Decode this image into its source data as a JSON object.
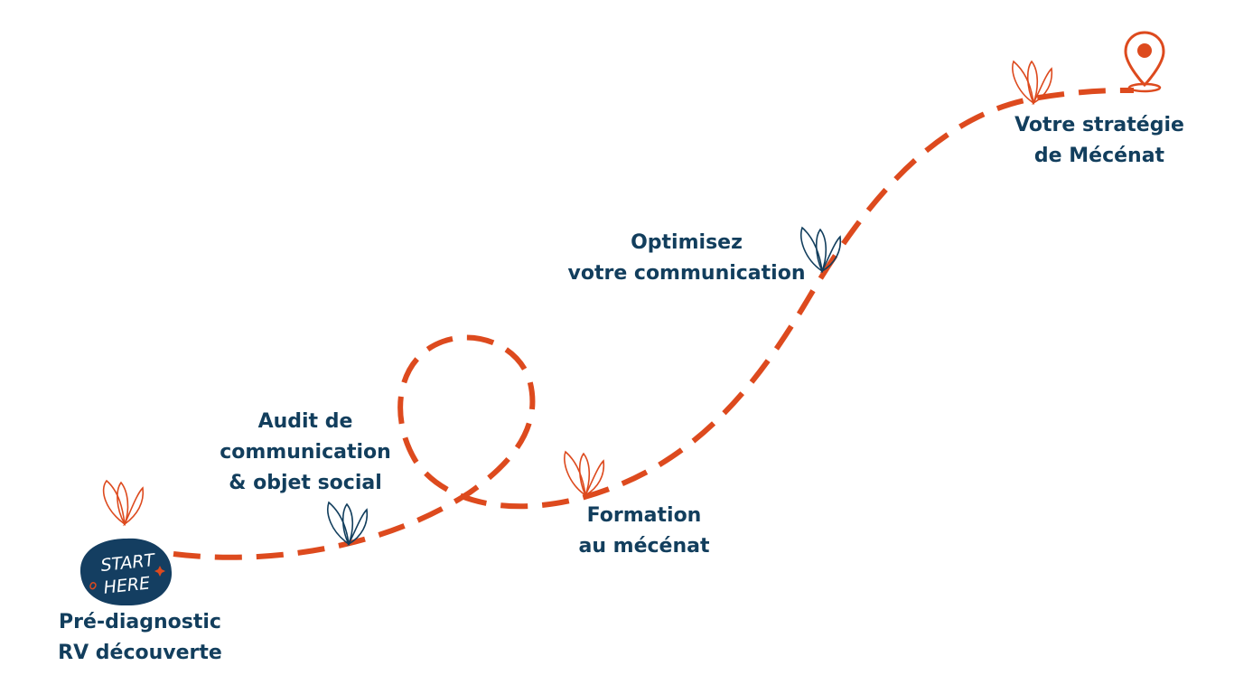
{
  "colors": {
    "path": "#dd4a1e",
    "text": "#123e5d",
    "badge": "#143e61",
    "accent_leaf": "#dd4a1e",
    "dark_leaf": "#123e5d"
  },
  "start_badge": {
    "line1": "START",
    "line2": "HERE"
  },
  "steps": [
    {
      "id": "start",
      "lines": [
        "Pré-diagnostic",
        "RV découverte"
      ]
    },
    {
      "id": "audit",
      "lines": [
        "Audit de",
        "communication",
        "& objet social"
      ]
    },
    {
      "id": "formation",
      "lines": [
        "Formation",
        "au mécénat"
      ]
    },
    {
      "id": "optimisez",
      "lines": [
        "Optimisez",
        "votre communication"
      ]
    },
    {
      "id": "strategie",
      "lines": [
        "Votre stratégie",
        "de Mécénat"
      ]
    }
  ],
  "icons": {
    "destination": "map-pin-icon",
    "sprout": "leaf-sprout-icon"
  }
}
